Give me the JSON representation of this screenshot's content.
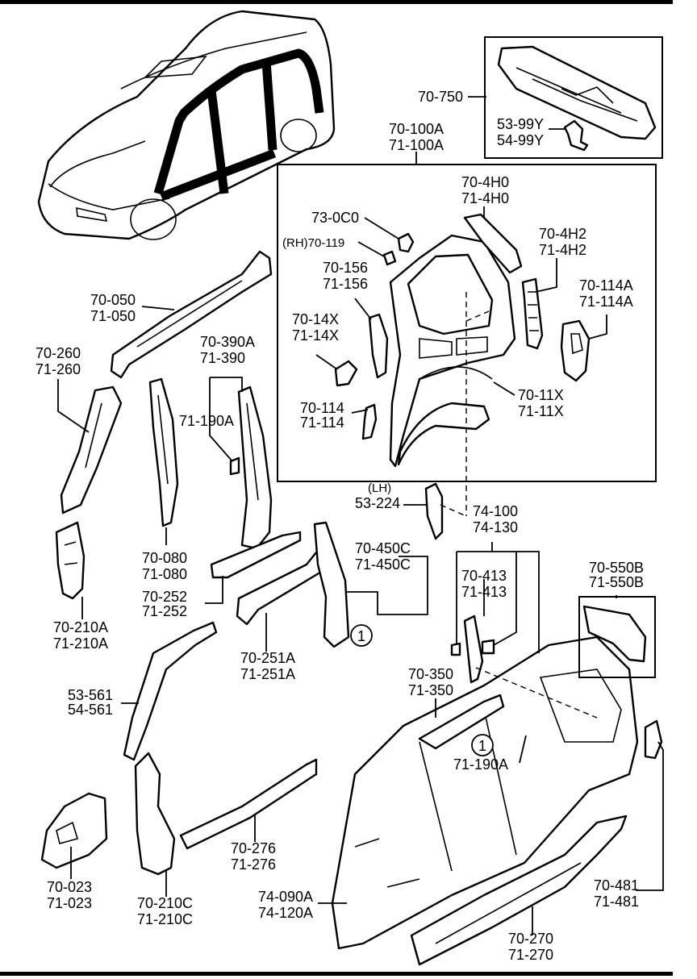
{
  "diagram": {
    "labels": {
      "l_70_750": "70-750",
      "l_53_99y": "53-99Y",
      "l_54_99y": "54-99Y",
      "l_70_100a": "70-100A",
      "l_71_100a": "71-100A",
      "l_70_4h0": "70-4H0",
      "l_71_4h0": "71-4H0",
      "l_73_0c0": "73-0C0",
      "l_rh_70_119": "(RH)70-119",
      "l_70_4h2": "70-4H2",
      "l_71_4h2": "71-4H2",
      "l_70_156": "70-156",
      "l_71_156": "71-156",
      "l_70_114a": "70-114A",
      "l_71_114a": "71-114A",
      "l_70_14x": "70-14X",
      "l_71_14x": "71-14X",
      "l_70_11x": "70-11X",
      "l_71_11x": "71-11X",
      "l_70_114": "70-114",
      "l_71_114": "71-114",
      "l_70_050": "70-050",
      "l_71_050": "71-050",
      "l_70_260": "70-260",
      "l_71_260": "71-260",
      "l_70_390a": "70-390A",
      "l_71_390": "71-390",
      "l_71_190a": "71-190A",
      "l_lh": "(LH)",
      "l_53_224": "53-224",
      "l_74_100": "74-100",
      "l_74_130": "74-130",
      "l_70_080": "70-080",
      "l_71_080": "71-080",
      "l_70_450c": "70-450C",
      "l_71_450c": "71-450C",
      "l_70_413": "70-413",
      "l_71_413": "71-413",
      "l_70_252": "70-252",
      "l_71_252": "71-252",
      "l_70_550b": "70-550B",
      "l_71_550b": "71-550B",
      "l_70_210a": "70-210A",
      "l_71_210a": "71-210A",
      "l_70_251a": "70-251A",
      "l_71_251a": "71-251A",
      "l_70_350": "70-350",
      "l_71_350": "71-350",
      "l_53_561": "53-561",
      "l_54_561": "54-561",
      "l_71_190a_b": "71-190A",
      "l_70_276": "70-276",
      "l_71_276": "71-276",
      "l_70_023": "70-023",
      "l_71_023": "71-023",
      "l_70_210c": "70-210C",
      "l_71_210c": "71-210C",
      "l_74_090a": "74-090A",
      "l_74_120a": "74-120A",
      "l_70_481": "70-481",
      "l_71_481": "71-481",
      "l_70_270": "70-270",
      "l_71_270": "71-270",
      "callout_a": "1",
      "callout_b": "1"
    }
  }
}
